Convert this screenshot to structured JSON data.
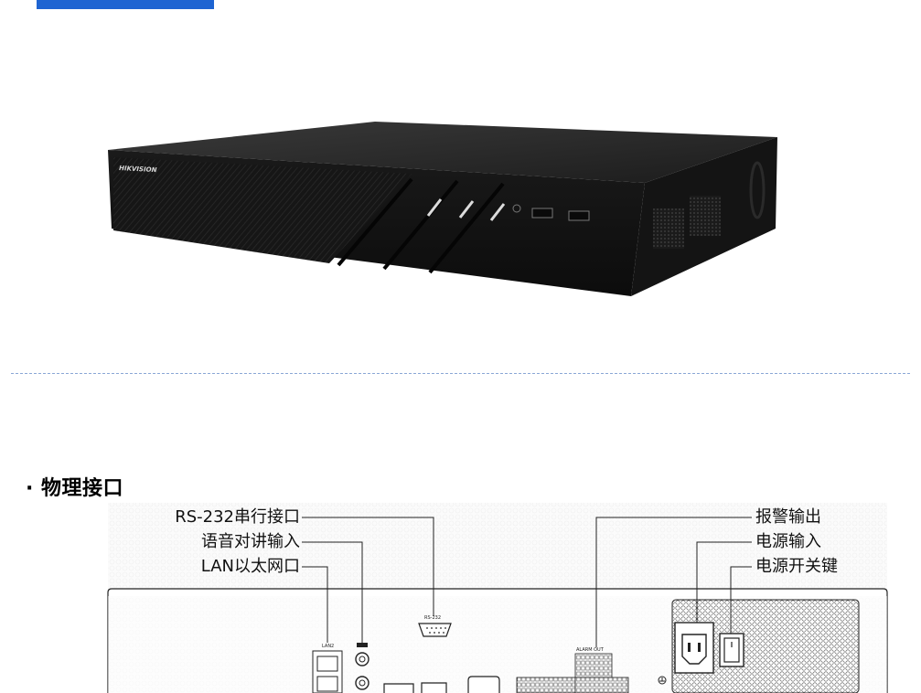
{
  "section": {
    "title": "· 物理接口"
  },
  "device": {
    "brand": "HIKVISION"
  },
  "panel": {
    "labels": {
      "lan2": "LAN2",
      "rs232": "RS-232",
      "alarm_out": "ALARM OUT"
    }
  },
  "callouts": {
    "rs232": "RS-232串行接口",
    "audio": "语音对讲输入",
    "lan": "LAN以太网口",
    "alarm": "报警输出",
    "power_in": "电源输入",
    "power_switch": "电源开关键"
  },
  "colors": {
    "accent": "#1e64d2",
    "divider": "#8aa7d6"
  }
}
